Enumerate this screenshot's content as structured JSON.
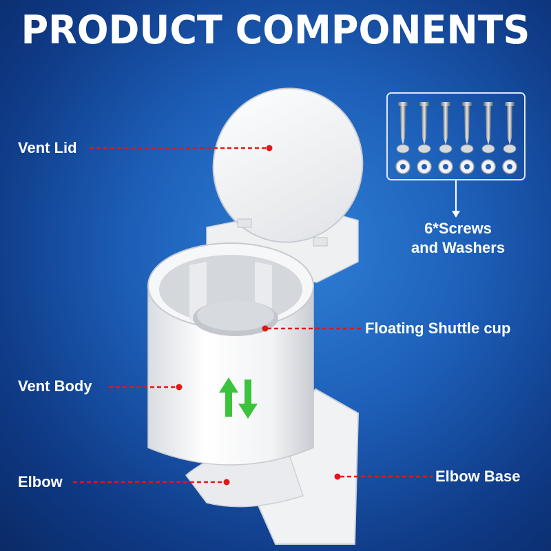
{
  "title": "PRODUCT COMPONENTS",
  "labels": {
    "vent_lid": "Vent Lid",
    "floating_shuttle_cup": "Floating Shuttle cup",
    "vent_body": "Vent Body",
    "elbow": "Elbow",
    "elbow_base": "Elbow Base",
    "screws_line1": "6*Screws",
    "screws_line2": "and Washers"
  },
  "colors": {
    "leader_line": "#e01818",
    "arrow_green": "#3cc33c",
    "product_white": "#f4f5f7"
  },
  "icons": [
    "screw-icon",
    "washer-icon",
    "up-down-arrows-icon"
  ]
}
